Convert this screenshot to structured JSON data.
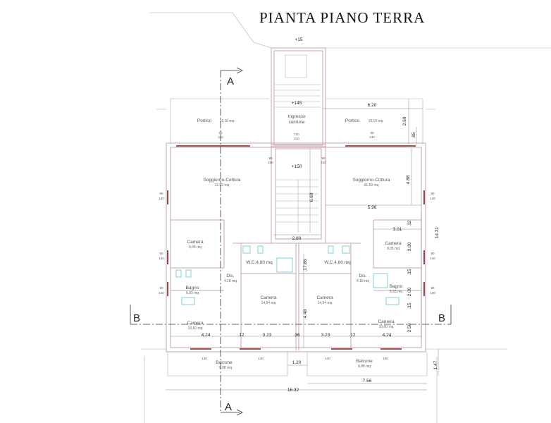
{
  "title": "PIANTA PIANO TERRA",
  "levels": {
    "street": "+15",
    "entry": "+145",
    "landing": "+150"
  },
  "section_marks": {
    "a_top": "A",
    "a_bottom": "A",
    "b_left": "B",
    "b_right": "B"
  },
  "rooms": {
    "ingresso": {
      "name": "Ingresso",
      "name2": "comune"
    },
    "portico_left": {
      "name": "Portico",
      "area": "16,10 mq"
    },
    "portico_right": {
      "name": "Portico",
      "area": "16,10 mq"
    },
    "soggiorno_left": {
      "name": "Soggiorno-Cottura",
      "area": "31,59 mq"
    },
    "soggiorno_right": {
      "name": "Soggiorno-Cottura",
      "area": "31,59 mq"
    },
    "camera_small_left": {
      "name": "Camera",
      "area": "9,05 mq"
    },
    "camera_small_right": {
      "name": "Camera",
      "area": "9,05 mq"
    },
    "wc_left": {
      "name": "W.C.4,80 mq"
    },
    "wc_right": {
      "name": "W.C.4,80 mq"
    },
    "dis_left": {
      "name": "Dis.",
      "area": "4,18 mq"
    },
    "dis_right": {
      "name": "Dis.",
      "area": "4,18 mq"
    },
    "bagno_left": {
      "name": "Bagno",
      "area": "5,93 mq"
    },
    "bagno_right": {
      "name": "Bagno",
      "area": "5,93 mq"
    },
    "camera_mid_left": {
      "name": "Camera",
      "area": "14,54 mq"
    },
    "camera_mid_right": {
      "name": "Camera",
      "area": "14,54 mq"
    },
    "camera_big_left": {
      "name": "Camera",
      "area": "10,60 mq"
    },
    "camera_big_right": {
      "name": "Camera",
      "area": "10,60 mq"
    },
    "balcone_left": {
      "name": "Balcone",
      "area": "9,88 mq"
    },
    "balcone_right": {
      "name": "Balcone",
      "area": "9,88 mq"
    }
  },
  "openings": {
    "window": {
      "w": "90",
      "h": "140"
    },
    "door": {
      "w": "90",
      "h": "210"
    },
    "entry_door": {
      "w": "110",
      "h": "210"
    },
    "porch_door": {
      "w": "90",
      "h": "240"
    },
    "balcony_door": {
      "w": "140",
      "h": "240"
    }
  },
  "dimensions": {
    "porch_width": "6.20",
    "porch_depth": "2.60",
    "porch_step": ".85",
    "living_depth": "4.88",
    "stair_length": "6.60",
    "living_width": "5.96",
    "camera_width": "3.01",
    "wall_a": ".12",
    "camera_depth": "3.00",
    "wall_b": ".15",
    "bagno_depth": "2.00",
    "wall_c": ".15",
    "camera_big_depth": "2.50",
    "total_depth": "14.21",
    "balcony_depth": "1.47",
    "stair_width": "2.80",
    "wall_d": ".17",
    "wall_e": ".86",
    "camera_mid_depth": "4.48",
    "bottom_left_1": "4.24",
    "bottom_left_2": ".12",
    "bottom_left_3": "3.23",
    "bottom_mid": ".36",
    "bottom_right_3": "3.23",
    "bottom_right_2": ".12",
    "bottom_right_1": "4.24",
    "balcony_gap": "1.20",
    "balcony_width": "7.56",
    "total_width": "16.32"
  }
}
